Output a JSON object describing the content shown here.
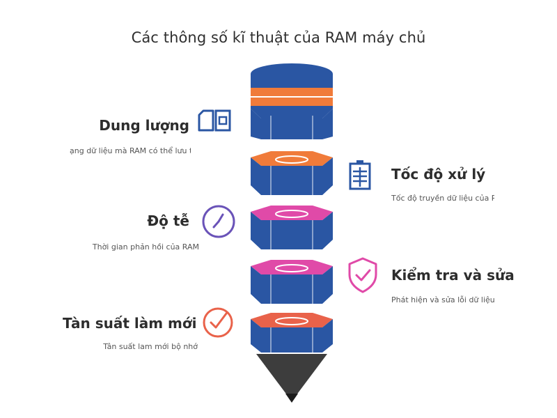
{
  "title": "Các thông số kĩ thuật của RAM máy chủ",
  "colors": {
    "blue": "#2a56a3",
    "blue_dark": "#1f4486",
    "orange": "#f07b3a",
    "magenta": "#e04aa8",
    "red": "#e9624a",
    "purple": "#6a53b8",
    "tip": "#3d3d3d"
  },
  "items": [
    {
      "title": "Dung lượng",
      "desc": "ạng dữ liệu mà RAM có thể lưu trữ",
      "icon": "sim-card-icon"
    },
    {
      "title": "Tốc độ xử lý",
      "desc": "Tốc độ truyền dữ liệu của R",
      "icon": "battery-icon"
    },
    {
      "title": "Độ tễ",
      "desc": "Thời gian phản hồi của RAM",
      "icon": "clock-icon"
    },
    {
      "title": "Kiểm tra và sửa",
      "desc": "Phát hiện và sửa lỗi dữ liệu",
      "icon": "shield-check-icon"
    },
    {
      "title": "Tàn suất làm mới",
      "desc": "Tân suất lam mới bộ nhớ",
      "icon": "check-circle-icon"
    }
  ]
}
